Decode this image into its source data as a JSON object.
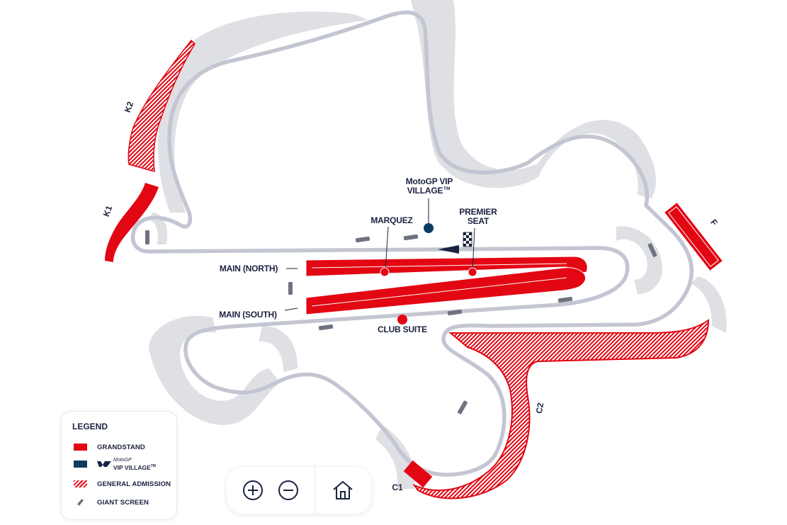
{
  "map": {
    "labels": {
      "vip_village_line1": "MotoGP VIP",
      "vip_village_line2": "VILLAGE",
      "vip_village_tm": "TM",
      "premier_line1": "PREMIER",
      "premier_line2": "SEAT",
      "marquez": "MARQUEZ",
      "main_north": "MAIN (NORTH)",
      "main_south": "MAIN (SOUTH)",
      "club_suite": "CLUB SUITE",
      "k1": "K1",
      "k2": "K2",
      "f": "F",
      "c1": "C1",
      "c2": "C2"
    }
  },
  "legend": {
    "title": "LEGEND",
    "items": [
      {
        "label": "GRANDSTAND"
      },
      {
        "label": "MotoGP VIP VILLAGE",
        "logo_line1": "MotoGP",
        "logo_line2": "VIP VILLAGE",
        "logo_tm": "TM"
      },
      {
        "label": "GENERAL ADMISSION"
      },
      {
        "label": "GIANT SCREEN"
      }
    ]
  },
  "colors": {
    "grandstand": "#e30613",
    "vip_village": "#0e3b61",
    "track": "#c3c6d2",
    "runoff": "#d9dadf",
    "label_text": "#1b2240"
  },
  "controls": {
    "zoom_in_icon": "plus-circle-icon",
    "zoom_out_icon": "minus-circle-icon",
    "home_icon": "home-icon"
  }
}
